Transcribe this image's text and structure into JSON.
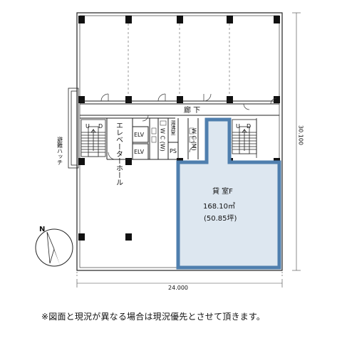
{
  "plan": {
    "corridor_label": "廊 下",
    "elevator_hall_label": "エレベーターホール",
    "elv_upper": "ELV",
    "elv_lower": "ELV",
    "kitchen_label": "湯沸室",
    "wc_w_label": "W C (W)",
    "wc_m_label": "W C (M)",
    "ps_label": "PS",
    "hatch_label": "避難ハッチ",
    "stair_up_left": "U",
    "stair_up_right": "U",
    "stair_d_left": "D",
    "stair_d_right": "D"
  },
  "tenant": {
    "name": "貸 室F",
    "area_m2": "168.10㎡",
    "area_tsubo": "(50.85坪)",
    "highlight_color": "#4f7fae",
    "fill_color": "#dde7f0"
  },
  "dimensions": {
    "width": "24.000",
    "depth": "30.100"
  },
  "compass": {
    "north": "N"
  },
  "note": "※図面と現況が異なる場合は現況優先とさせて頂きます。"
}
